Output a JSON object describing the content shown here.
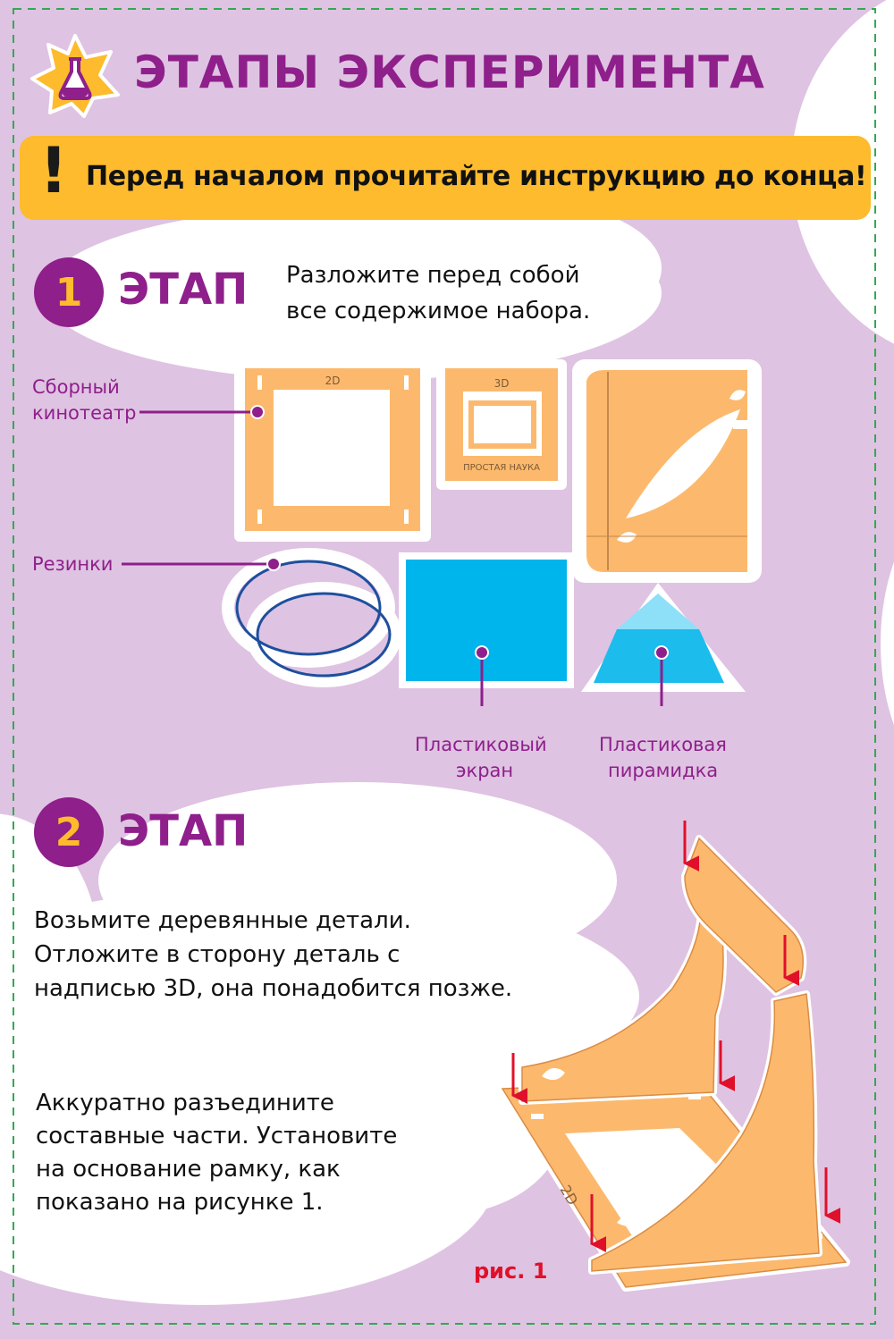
{
  "title": "ЭТАПЫ ЭКСПЕРИМЕНТА",
  "warning": "Перед началом прочитайте инструкцию до конца!",
  "stage1": {
    "number": "1",
    "label": "ЭТАП",
    "text_line1": "Разложите перед собой",
    "text_line2": "все содержимое набора."
  },
  "parts": {
    "cinema_line1": "Сборный",
    "cinema_line2": "кинотеатр",
    "bands": "Резинки",
    "screen_line1": "Пластиковый",
    "screen_line2": "экран",
    "pyramid_line1": "Пластиковая",
    "pyramid_line2": "пирамидка",
    "frame2d_label": "2D",
    "frame3d_label": "3D",
    "frame3d_caption": "ПРОСТАЯ НАУКА"
  },
  "stage2": {
    "number": "2",
    "label": "ЭТАП",
    "p1_line1": "Возьмите деревянные детали.",
    "p1_line2": "Отложите в сторону деталь с",
    "p1_line3": "надписью 3D, она понадобится позже.",
    "p2_line1": "Аккуратно разъедините",
    "p2_line2": "составные части. Установите",
    "p2_line3": "на основание рамку, как",
    "p2_line4": "показано на рисунке 1.",
    "figure_base_label": "2D",
    "figure_caption": "рис. 1"
  },
  "colors": {
    "background": "#dfc3e2",
    "purple": "#8e1f8b",
    "yellow": "#fdbb2d",
    "wood": "#fcb96d",
    "screen_blue": "#00b4ec",
    "arrow_red": "#e0102a"
  },
  "icons": [
    "flask-icon",
    "exclamation-icon"
  ]
}
